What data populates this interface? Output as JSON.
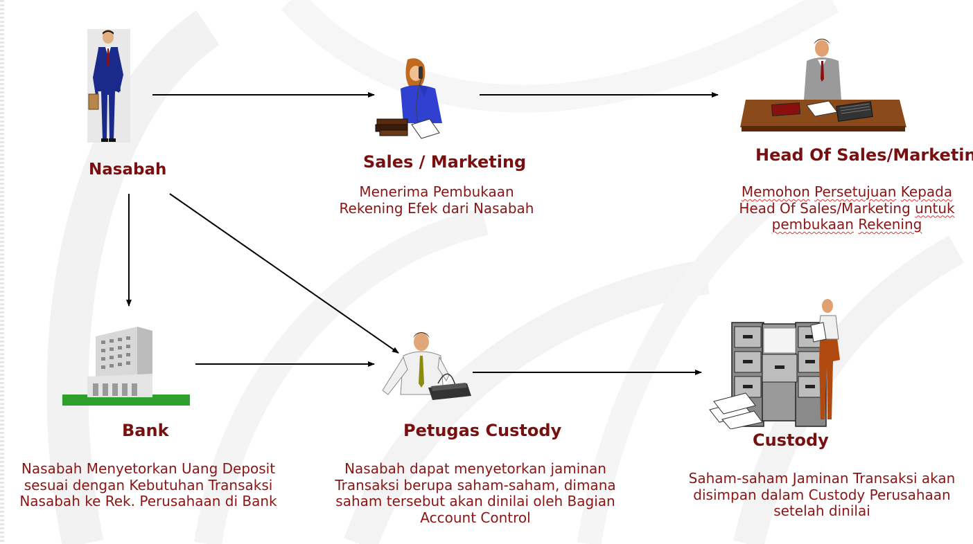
{
  "nodes": {
    "nasabah": {
      "title": "Nasabah"
    },
    "sales": {
      "title": "Sales / Marketing",
      "desc": [
        "Menerima Pembukaan",
        "Rekening Efek dari Nasabah"
      ]
    },
    "head": {
      "title": "Head Of Sales/Marketing",
      "desc_line1": [
        "Memohon",
        "Persetujuan",
        "Kepada"
      ],
      "desc_line2": [
        "Head Of Sales/Marketing",
        "untuk"
      ],
      "desc_line3": [
        "pembukaan",
        "Rekening"
      ]
    },
    "bank": {
      "title": "Bank",
      "desc": [
        "Nasabah Menyetorkan Uang Deposit",
        "sesuai dengan Kebutuhan Transaksi",
        "Nasabah ke Rek. Perusahaan di Bank"
      ]
    },
    "petugas": {
      "title": "Petugas Custody",
      "desc": [
        "Nasabah dapat menyetorkan jaminan",
        "Transaksi berupa saham-saham, dimana",
        "saham tersebut akan dinilai oleh Bagian",
        "Account Control"
      ]
    },
    "custody": {
      "title": "Custody",
      "desc": [
        "Saham-saham Jaminan Transaksi akan",
        "disimpan dalam Custody Perusahaan",
        "setelah dinilai"
      ]
    }
  },
  "edges": [
    {
      "from": "nasabah",
      "to": "sales"
    },
    {
      "from": "sales",
      "to": "head"
    },
    {
      "from": "nasabah",
      "to": "bank"
    },
    {
      "from": "nasabah",
      "to": "petugas"
    },
    {
      "from": "bank",
      "to": "petugas"
    },
    {
      "from": "petugas",
      "to": "custody"
    }
  ],
  "colors": {
    "title": "#7a0f0f",
    "text": "#8b1414",
    "arrow": "#000000"
  }
}
